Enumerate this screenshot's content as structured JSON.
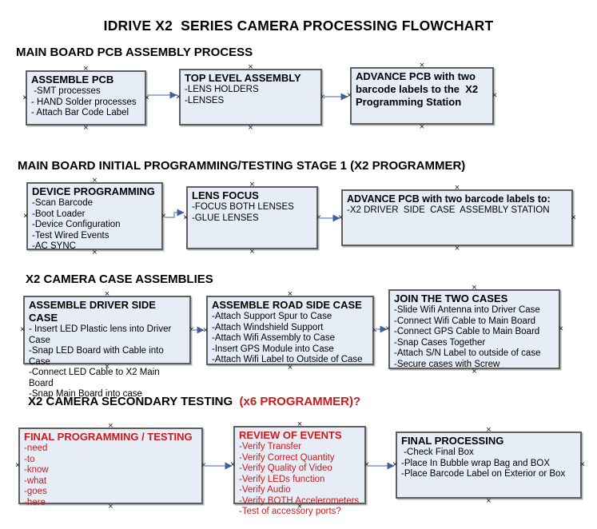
{
  "title": "IDRIVE X2  SERIES CAMERA PROCESSING FLOWCHART",
  "colors": {
    "box_fill": "#e7edf6",
    "box_border": "#5f5f5f",
    "arrow_line": "#9fb2d0",
    "arrow_head": "#3e5f9e",
    "red": "#cc1a1a",
    "text": "#000000"
  },
  "sections": [
    {
      "heading": "MAIN BOARD PCB ASSEMBLY PROCESS",
      "boxes": [
        {
          "title": "ASSEMBLE PCB",
          "items": [
            " -SMT processes",
            "- HAND Solder processes",
            "- Attach Bar Code Label"
          ]
        },
        {
          "title": "TOP LEVEL ASSEMBLY",
          "items": [
            "-LENS HOLDERS",
            "-LENSES"
          ]
        },
        {
          "title": "ADVANCE PCB with two barcode labels to the  X2 Programming Station",
          "items": []
        }
      ]
    },
    {
      "heading": "MAIN BOARD INITIAL PROGRAMMING/TESTING STAGE 1 (X2 PROGRAMMER)",
      "boxes": [
        {
          "title": "DEVICE PROGRAMMING",
          "items": [
            "-Scan Barcode",
            "-Boot Loader",
            "-Device Configuration",
            "-Test Wired Events",
            "-AC SYNC"
          ]
        },
        {
          "title": "LENS FOCUS",
          "items": [
            "-FOCUS BOTH LENSES",
            "-GLUE LENSES"
          ]
        },
        {
          "title": "ADVANCE PCB with two barcode labels to:",
          "items": [
            "-X2 DRIVER  SIDE  CASE  ASSEMBLY STATION"
          ]
        }
      ]
    },
    {
      "heading": "X2 CAMERA CASE ASSEMBLIES",
      "boxes": [
        {
          "title": "ASSEMBLE DRIVER SIDE CASE",
          "items": [
            "- Insert LED Plastic lens into Driver Case",
            "-Snap LED Board with Cable into Case",
            "-Connect LED Cable to X2 Main Board",
            "-Snap Main Board into case"
          ]
        },
        {
          "title": "ASSEMBLE ROAD SIDE CASE",
          "items": [
            "-Attach Support Spur to Case",
            "-Attach Windshield Support",
            "-Attach Wifi Assembly to Case",
            "-Insert GPS Module into Case",
            "-Attach Wifi Label to Outside of Case"
          ]
        },
        {
          "title": "JOIN THE TWO CASES",
          "items": [
            "-Slide Wifi Antenna into Driver Case",
            "-Connect Wifi Cable to Main Board",
            "-Connect GPS Cable to Main Board",
            "-Snap Cases Together",
            "-Attach S/N Label to outside of case",
            "-Secure cases with Screw"
          ]
        }
      ]
    },
    {
      "heading": "X2 CAMERA SECONDARY TESTING  ",
      "heading_red": "(x6 PROGRAMMER)?",
      "boxes": [
        {
          "title": "FINAL PROGRAMMING / TESTING",
          "items": [
            "-need",
            "-to",
            "-know",
            "-what",
            "-goes",
            "-here"
          ]
        },
        {
          "title": "REVIEW OF EVENTS",
          "items": [
            "-Verify Transfer",
            "-Verify Correct Quantity",
            "-Verify Quality of Video",
            "-Verify LEDs function",
            "-Verify Audio",
            "-Verify BOTH Accelerometers",
            "-Test of accessory ports?"
          ]
        },
        {
          "title": "FINAL PROCESSING",
          "items": [
            " -Check Final Box",
            "-Place In Bubble wrap Bag and BOX",
            "-Place Barcode Label on Exterior or Box"
          ]
        }
      ]
    }
  ]
}
